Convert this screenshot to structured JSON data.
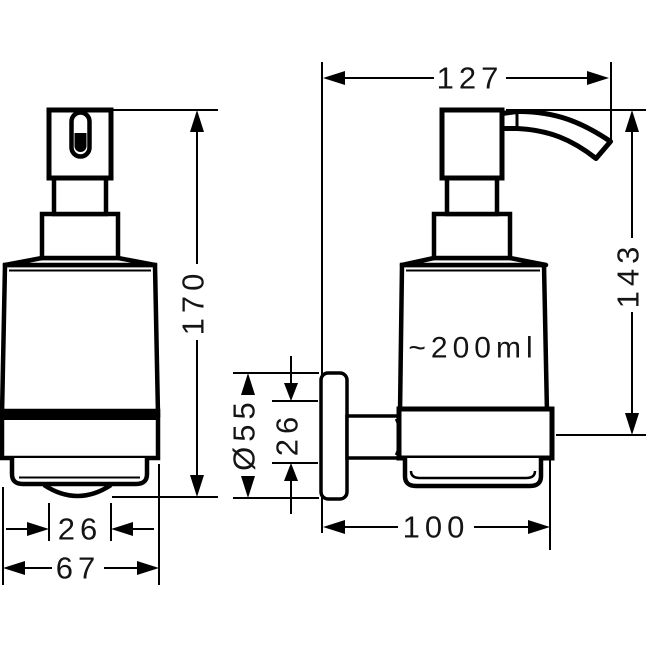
{
  "drawing": {
    "type": "technical-dimension-drawing",
    "background": "#ffffff",
    "line_color": "#000000",
    "views": [
      "front-view",
      "side-view"
    ]
  },
  "dimensions": {
    "top_width": "127",
    "side_height": "143",
    "front_height": "170",
    "plate_diameter": "Ø55",
    "holder_height": "26",
    "base_opening": "26",
    "bottle_width": "67",
    "wall_depth": "100",
    "capacity": "~200ml"
  }
}
